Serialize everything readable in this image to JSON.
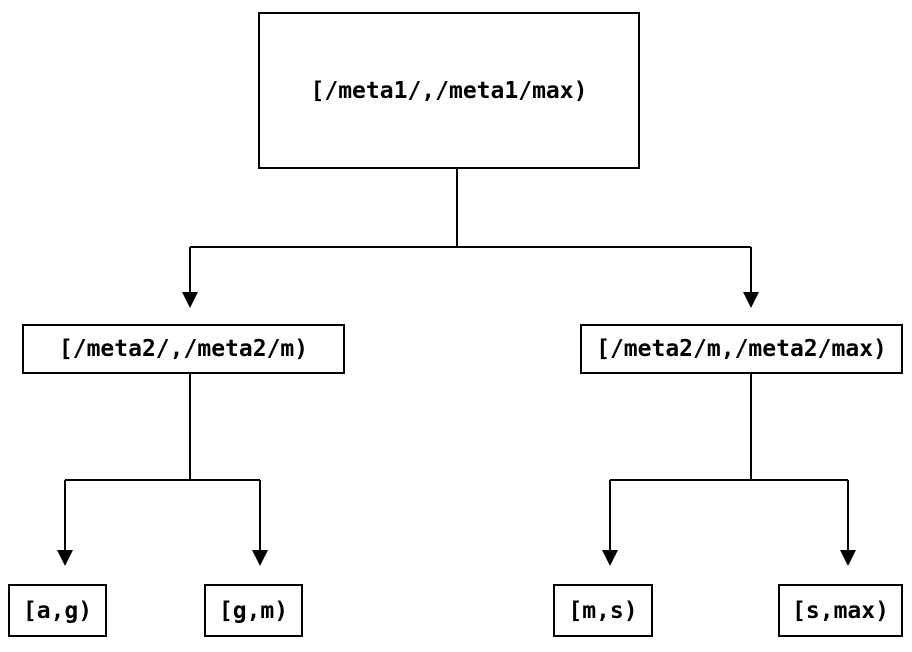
{
  "diagram": {
    "type": "tree",
    "description": "Key-range partition tree over metadata intervals",
    "colors": {
      "background": "#ffffff",
      "line": "#000000",
      "text": "#000000",
      "node_border": "#000000",
      "node_fill": "#ffffff"
    },
    "nodes": {
      "root": {
        "label": "[/meta1/,/meta1/max)"
      },
      "left": {
        "label": "[/meta2/,/meta2/m)"
      },
      "right": {
        "label": "[/meta2/m,/meta2/max)"
      },
      "leaf_ag": {
        "label": "[a,g)"
      },
      "leaf_gm": {
        "label": "[g,m)"
      },
      "leaf_ms": {
        "label": "[m,s)"
      },
      "leaf_smax": {
        "label": "[s,max)"
      }
    },
    "edges": [
      {
        "from": "root",
        "to": "left"
      },
      {
        "from": "root",
        "to": "right"
      },
      {
        "from": "left",
        "to": "leaf_ag"
      },
      {
        "from": "left",
        "to": "leaf_gm"
      },
      {
        "from": "right",
        "to": "leaf_ms"
      },
      {
        "from": "right",
        "to": "leaf_smax"
      }
    ]
  }
}
